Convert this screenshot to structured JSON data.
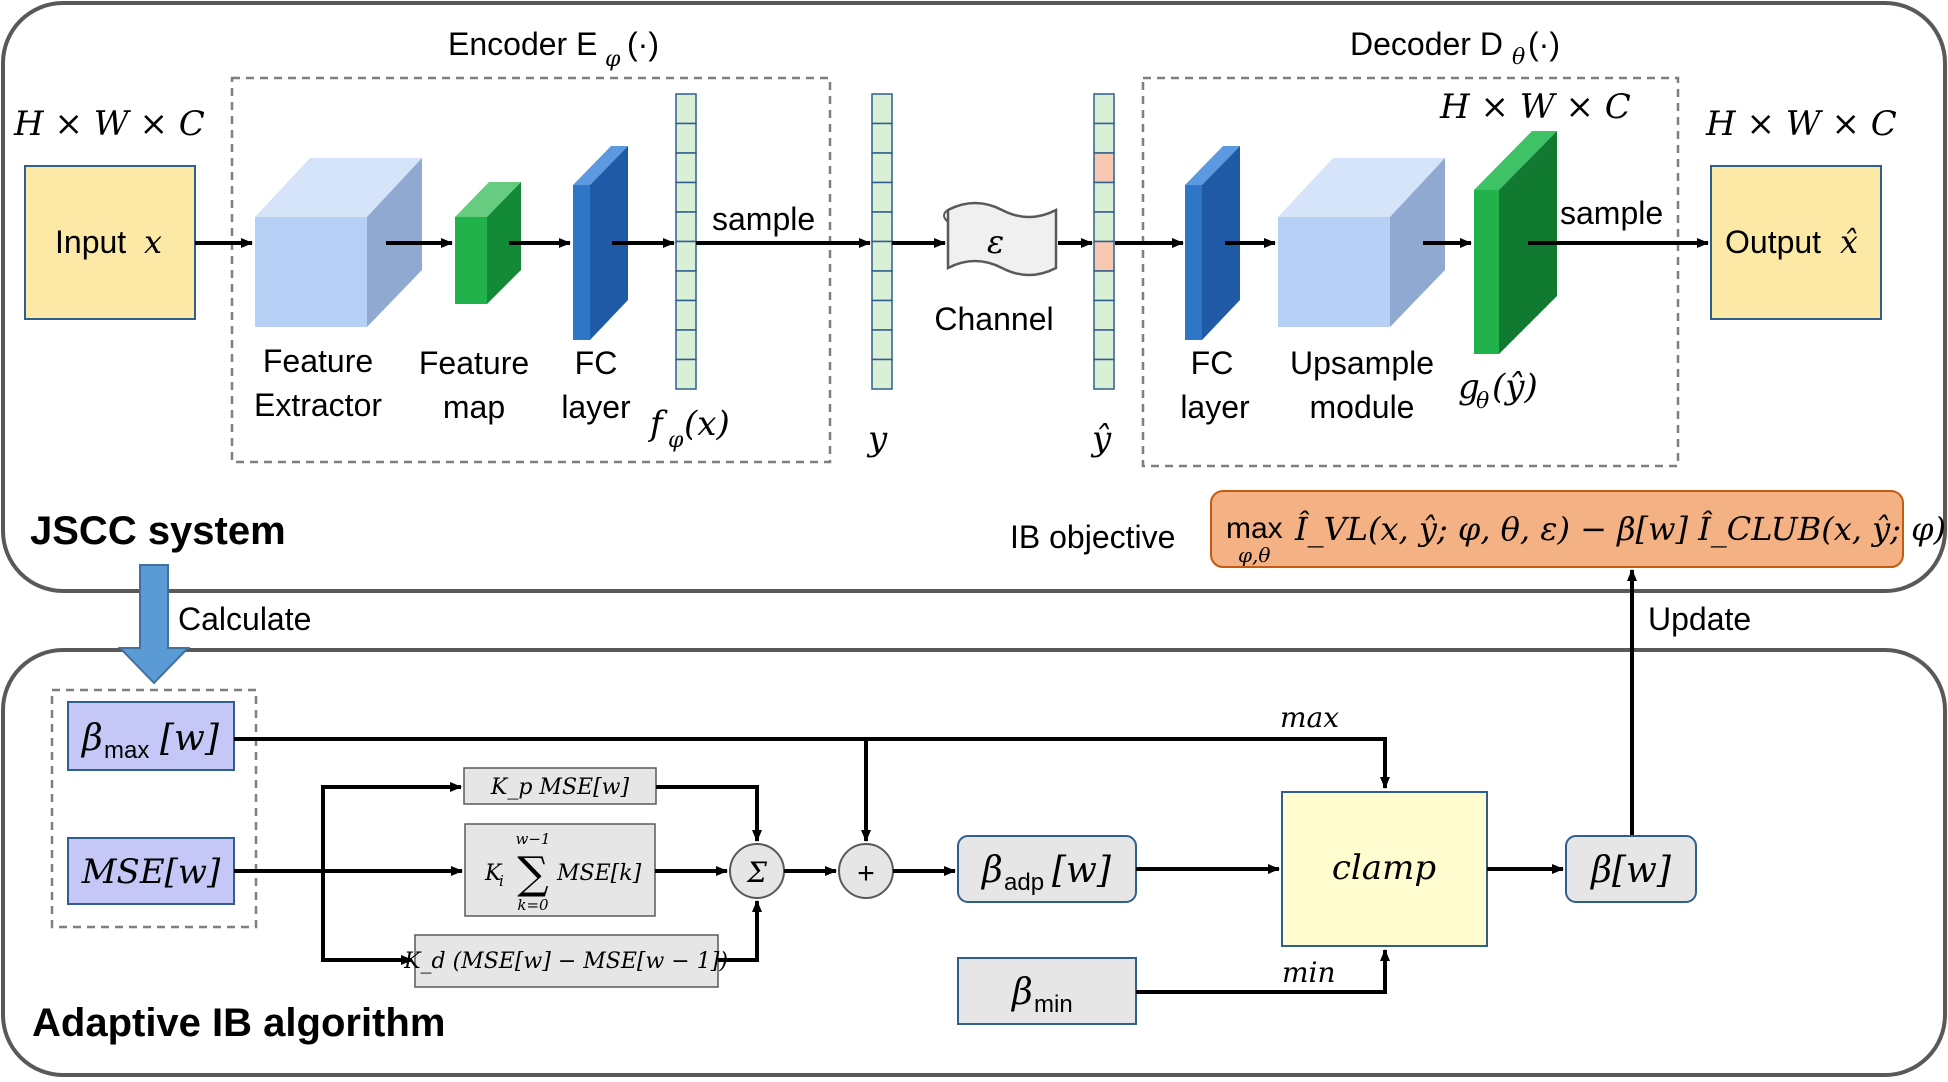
{
  "jscc": {
    "title": "JSCC system",
    "encoder_label": "Encoder E",
    "encoder_sub": "φ",
    "encoder_arg": "(·)",
    "decoder_label": "Decoder D",
    "decoder_sub": "θ",
    "decoder_arg": "(·)",
    "dims_in": "H × W × C",
    "dims_mid": "H × W × C",
    "dims_out": "H × W × C",
    "input_label": "Input",
    "input_var": "x",
    "output_label": "Output",
    "output_var": "x̂",
    "feature_extractor_l1": "Feature",
    "feature_extractor_l2": "Extractor",
    "feature_map_l1": "Feature",
    "feature_map_l2": "map",
    "fc_enc_l1": "FC",
    "fc_enc_l2": "layer",
    "f_label": "f",
    "f_sub": "φ",
    "f_arg": "(x)",
    "sample_enc": "sample",
    "y_label": "y",
    "channel_label": "Channel",
    "epsilon": "ε",
    "yhat_label": "ŷ",
    "fc_dec_l1": "FC",
    "fc_dec_l2": "layer",
    "upsample_l1": "Upsample",
    "upsample_l2": "module",
    "g_label": "g",
    "g_sub": "θ",
    "g_arg": "(ŷ)",
    "sample_dec": "sample",
    "ib_label": "IB objective",
    "ib_max": "max",
    "ib_max_sub": "φ,θ",
    "ib_formula": "Î_VL(x, ŷ; φ, θ, ε) − β[w] Î_CLUB(x, ŷ; φ)"
  },
  "adaptive": {
    "title": "Adaptive IB algorithm",
    "calculate": "Calculate",
    "update": "Update",
    "beta_max": "β",
    "beta_max_sub": "max",
    "beta_max_arg": "[w]",
    "mse": "MSE[w]",
    "kp": "K_p MSE[w]",
    "ki_coef": "K",
    "ki_sub": "i",
    "ki_sum_top": "w−1",
    "ki_sum_bot": "k=0",
    "ki_term": "MSE[k]",
    "kd": "K_d (MSE[w] − MSE[w − 1])",
    "sigma": "Σ",
    "plus": "+",
    "beta_adp": "β",
    "beta_adp_sub": "adp",
    "beta_adp_arg": "[w]",
    "clamp": "clamp",
    "max_label": "max",
    "min_label": "min",
    "beta_min": "β",
    "beta_min_sub": "min",
    "beta_w": "β[w]"
  },
  "colors": {
    "input_fill": "#fde9a6",
    "cube_light": "#b7d0f5",
    "green": "#22b24c",
    "blue": "#2f76c9",
    "vector_fill": "#d9efd6",
    "vector_highlight": "#f8c9b0",
    "ib_fill": "#f4b183",
    "beta_fill": "#c5c8f7",
    "gray_fill": "#e6e6e6",
    "clamp_fill": "#fffccf",
    "arrow_blue": "#5b9bd5"
  }
}
